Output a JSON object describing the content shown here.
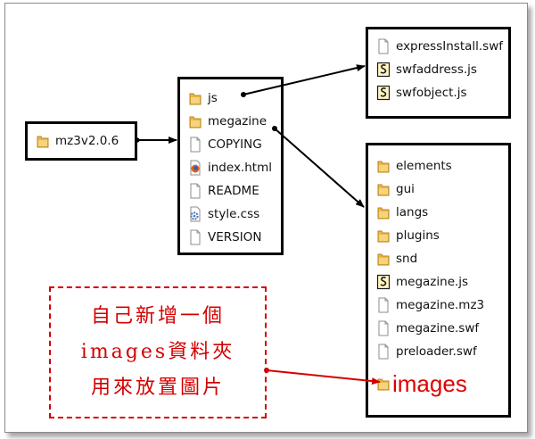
{
  "root": {
    "label": "mz3v2.0.6",
    "icon": "folder-icon"
  },
  "mid": {
    "items": [
      {
        "label": "js",
        "icon": "folder-icon"
      },
      {
        "label": "megazine",
        "icon": "folder-icon"
      },
      {
        "label": "COPYING",
        "icon": "file-icon"
      },
      {
        "label": "index.html",
        "icon": "firefox-html-icon"
      },
      {
        "label": "README",
        "icon": "file-icon"
      },
      {
        "label": "style.css",
        "icon": "css-gear-icon"
      },
      {
        "label": "VERSION",
        "icon": "file-icon"
      }
    ]
  },
  "js_box": {
    "items": [
      {
        "label": "expressInstall.swf",
        "icon": "file-icon"
      },
      {
        "label": "swfaddress.js",
        "icon": "script-icon"
      },
      {
        "label": "swfobject.js",
        "icon": "script-icon"
      }
    ]
  },
  "megazine_box": {
    "items": [
      {
        "label": "elements",
        "icon": "folder-icon"
      },
      {
        "label": "gui",
        "icon": "folder-icon"
      },
      {
        "label": "langs",
        "icon": "folder-icon"
      },
      {
        "label": "plugins",
        "icon": "folder-icon"
      },
      {
        "label": "snd",
        "icon": "folder-icon"
      },
      {
        "label": "megazine.js",
        "icon": "script-icon"
      },
      {
        "label": "megazine.mz3",
        "icon": "file-icon"
      },
      {
        "label": "megazine.swf",
        "icon": "file-icon"
      },
      {
        "label": "preloader.swf",
        "icon": "file-icon"
      }
    ],
    "new_folder": {
      "label": "images",
      "icon": "folder-icon"
    }
  },
  "note": {
    "lines": [
      "自己新增一個",
      "images資料夾",
      "用來放置圖片"
    ]
  },
  "colors": {
    "accent": "#d40000",
    "folder": "#e8b94a",
    "frame_border": "#000000"
  }
}
